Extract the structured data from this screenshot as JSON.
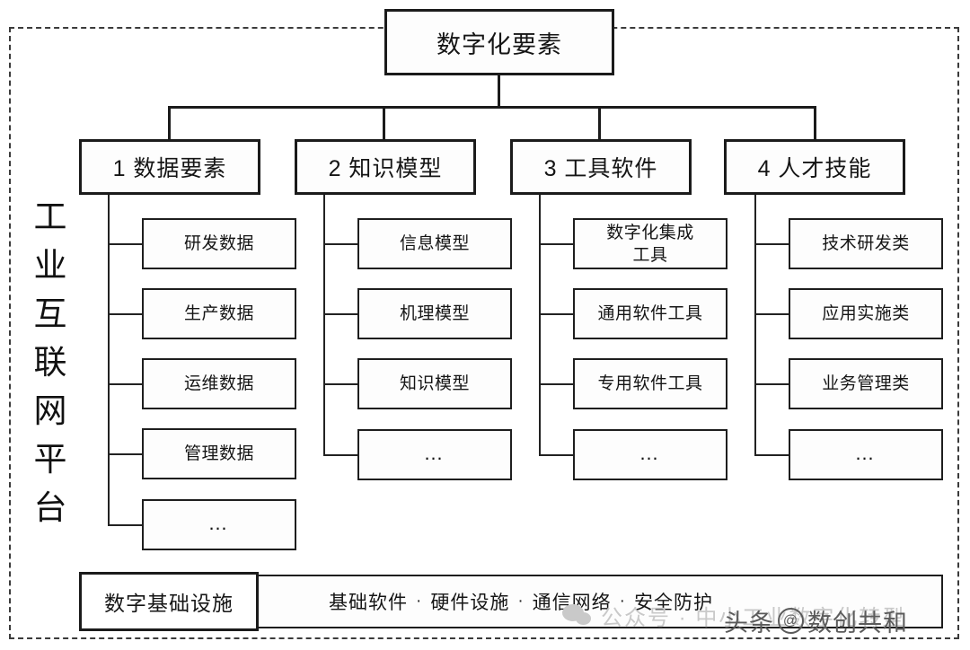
{
  "diagram": {
    "root": {
      "label": "数字化要素"
    },
    "platform_label": "工业互联网平台",
    "platform_label_chars": [
      "工",
      "业",
      "互",
      "联",
      "网",
      "平",
      "台"
    ],
    "categories": [
      {
        "label": "1 数据要素",
        "children": [
          "研发数据",
          "生产数据",
          "运维数据",
          "管理数据",
          "…"
        ]
      },
      {
        "label": "2 知识模型",
        "children": [
          "信息模型",
          "机理模型",
          "知识模型",
          "…"
        ]
      },
      {
        "label": "3 工具软件",
        "children": [
          "数字化集成\n工具",
          "通用软件工具",
          "专用软件工具",
          "…"
        ]
      },
      {
        "label": "4 人才技能",
        "children": [
          "技术研发类",
          "应用实施类",
          "业务管理类",
          "…"
        ]
      }
    ],
    "infrastructure": {
      "label": "数字基础设施",
      "items": [
        "基础软件",
        "硬件设施",
        "通信网络",
        "安全防护"
      ],
      "separator": "·"
    }
  },
  "watermarks": {
    "wechat": {
      "icon": "wechat-icon",
      "text": "公众号 · 中小工业数字化转型"
    },
    "toutiao": {
      "prefix": "头条",
      "at": "@",
      "account": "数创共和"
    }
  },
  "colors": {
    "line": "#1b1b1b",
    "frame": "#3b3b3b",
    "text": "#151515",
    "watermark_light": "#c9c9c9",
    "watermark_dark": "#5b5b5b",
    "background": "#ffffff"
  }
}
